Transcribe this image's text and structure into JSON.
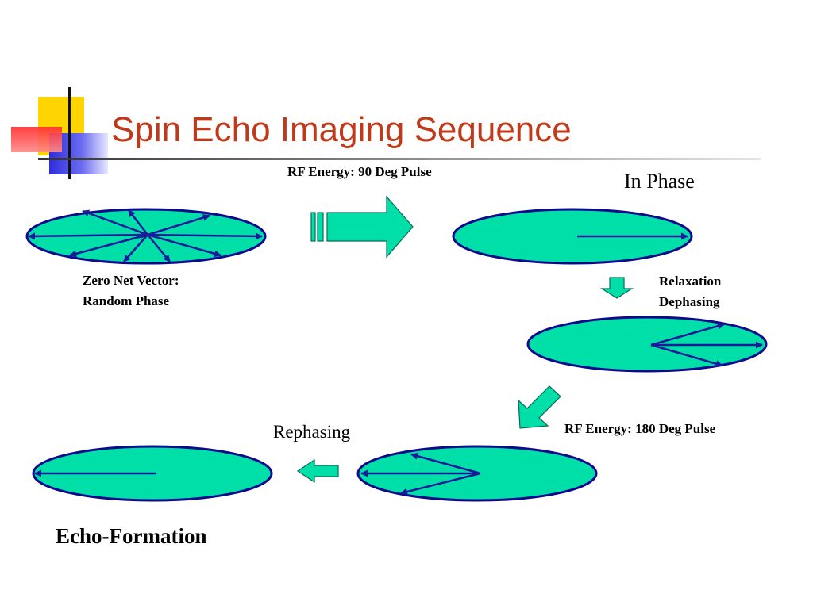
{
  "slide": {
    "title": "Spin Echo Imaging Sequence"
  },
  "colors": {
    "title": "#C0391B",
    "ellipse_fill": "#00DFA8",
    "ellipse_stroke": "#0A0A8C",
    "vector": "#1A1A9A",
    "arrow_fill": "#00DFA8",
    "deco_yellow": "#FFD500",
    "deco_blue": "#3A3AE0",
    "deco_red": "#FF4A4A"
  },
  "labels": {
    "rf90": "RF Energy: 90 Deg Pulse",
    "in_phase": "In Phase",
    "zero_net_line1": "Zero Net Vector:",
    "zero_net_line2": "Random Phase",
    "relaxation_line1": "Relaxation",
    "relaxation_line2": "Dephasing",
    "rf180": "RF Energy: 180 Deg Pulse",
    "rephasing": "Rephasing",
    "echo_formation": "Echo-Formation"
  },
  "stages": [
    {
      "id": "random-phase",
      "vectors": "random"
    },
    {
      "id": "in-phase",
      "vectors": "aligned"
    },
    {
      "id": "dephasing",
      "vectors": "fanning"
    },
    {
      "id": "rephasing",
      "vectors": "converging"
    },
    {
      "id": "echo",
      "vectors": "aligned"
    }
  ]
}
